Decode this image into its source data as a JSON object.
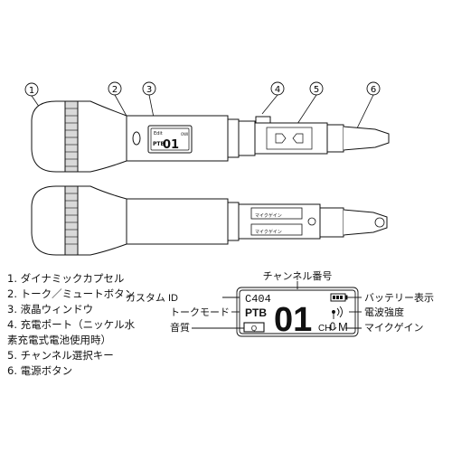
{
  "callouts": [
    "1",
    "2",
    "3",
    "4",
    "5",
    "6"
  ],
  "mic_lcd": {
    "line1": "Edit",
    "prefix": "PTB",
    "channel": "01",
    "side": "OWI"
  },
  "mic_bottom_labels": [
    "マイクゲイン",
    "マイクゲイン"
  ],
  "legend": [
    "1. ダイナミックカプセル",
    "2. トーク／ミュートボタン",
    "3. 液晶ウィンドウ",
    "4. 充電ポート（ニッケル水",
    "素充電式電池使用時）",
    "5. チャンネル選択キー",
    "6. 電源ボタン"
  ],
  "lcd_diagram": {
    "top_label": "チャンネル番号",
    "left_labels": [
      "カスタム ID",
      "トークモード",
      "音質"
    ],
    "right_labels": [
      "バッテリー表示",
      "電波強度",
      "マイクゲイン"
    ],
    "custom_id": "C404",
    "talk_mode": "PTB",
    "channel": "01",
    "ch": "CH",
    "gain": "M",
    "quality_box": "Q"
  },
  "colors": {
    "line": "#111111",
    "fill": "#ffffff",
    "grille": "#d9d9d9"
  }
}
